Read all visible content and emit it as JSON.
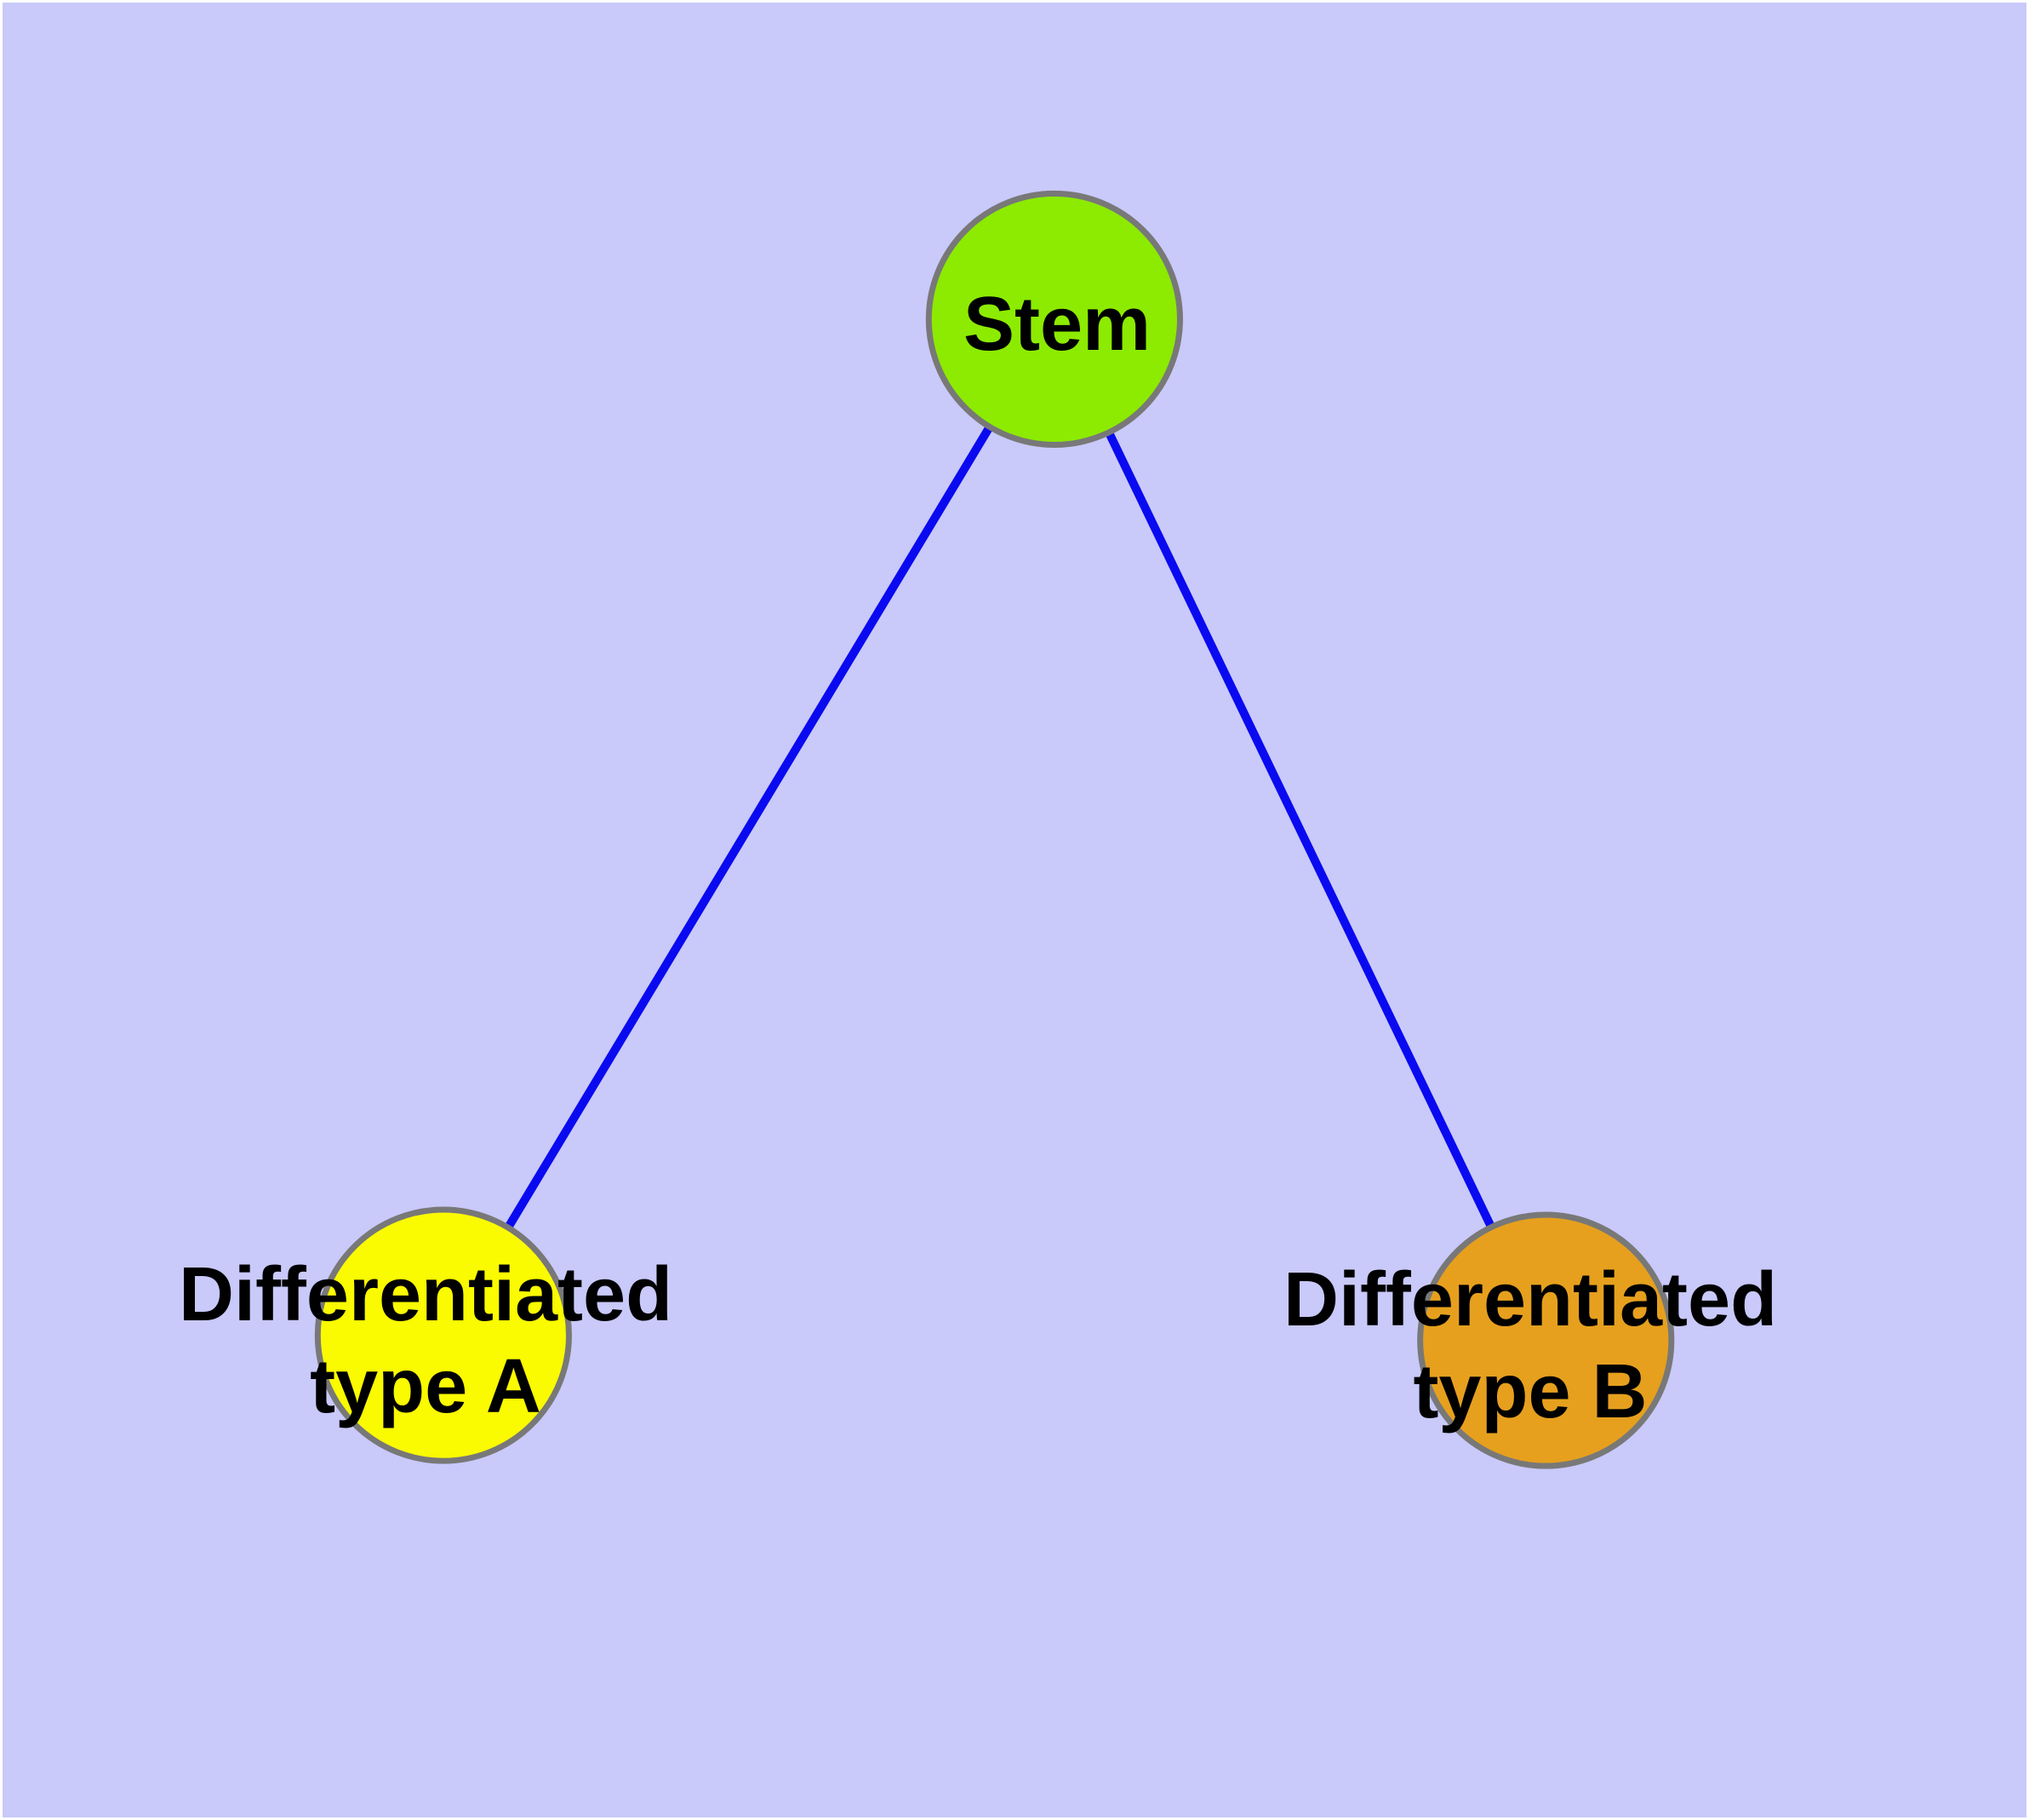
{
  "canvas": {
    "background_color": "#c9c9fa",
    "border_color": "#ffffff"
  },
  "diagram": {
    "type": "graph",
    "description": "Tree diagram of a stem cell differentiating into two cell types",
    "edge_color": "#0a0af0",
    "node_stroke_color": "#787878",
    "label_text_color": "#000000",
    "nodes": {
      "stem": {
        "label": "Stem",
        "fill": "#8ceb00"
      },
      "type_a": {
        "label_line1": "Differentiated",
        "label_line2": "type A",
        "fill": "#fafa00"
      },
      "type_b": {
        "label_line1": "Differentiated",
        "label_line2": "type B",
        "fill": "#e6a01e"
      }
    },
    "edges": [
      {
        "from": "Stem",
        "to": "Differentiated type A"
      },
      {
        "from": "Stem",
        "to": "Differentiated type B"
      }
    ]
  }
}
